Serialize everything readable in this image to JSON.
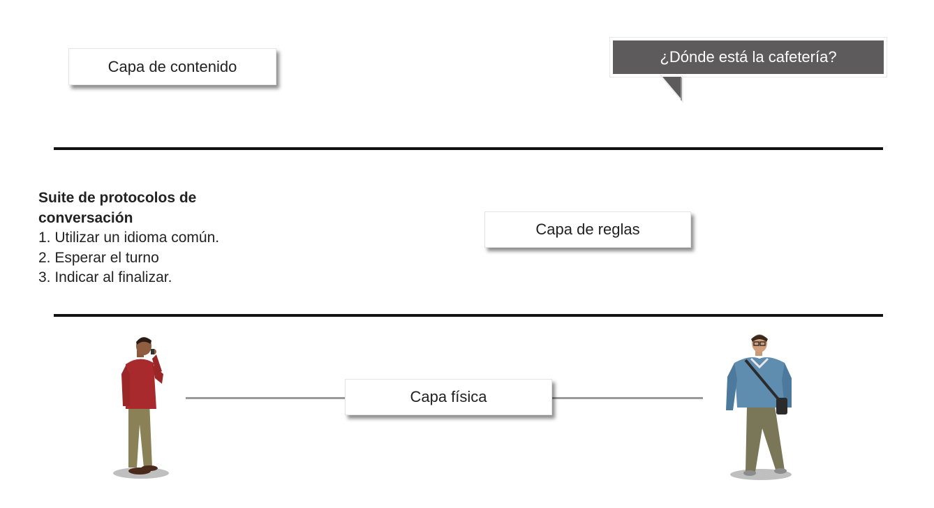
{
  "layers": {
    "content": "Capa de contenido",
    "rules": "Capa de reglas",
    "physical": "Capa física"
  },
  "speech_bubble": {
    "text": "¿Dónde está la cafetería?"
  },
  "protocol_suite": {
    "title": "Suite de protocolos de conversación",
    "rules": [
      "1. Utilizar un idioma común.",
      "2. Esperar el turno",
      "3. Indicar al finalizar."
    ]
  },
  "colors": {
    "bubble_fill": "#5d5b5c",
    "divider": "#111111",
    "wire": "#9a9a9a"
  }
}
